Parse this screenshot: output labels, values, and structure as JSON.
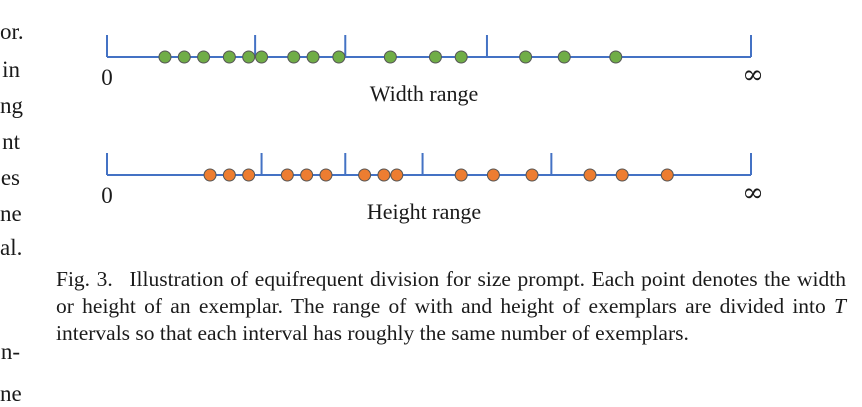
{
  "left_column_fragments": [
    "or.",
    "in",
    "ng",
    "nt",
    "es",
    "ne",
    "al.",
    "n-",
    "ne"
  ],
  "caption": {
    "label": "Fig. 3.",
    "text_before_symbol": "Illustration of equifrequent division for size prompt. Each point denotes the width or height of an exemplar. The range of with and height of exemplars are divided into",
    "symbol": "T",
    "text_after_symbol": "intervals so that each interval has roughly the same number of exemplars."
  },
  "axes": [
    {
      "label": "Width range",
      "start_label": "0",
      "end_label": "∞",
      "point_color": "#70ad47",
      "points": [
        0.09,
        0.12,
        0.15,
        0.19,
        0.22,
        0.24,
        0.29,
        0.32,
        0.36,
        0.44,
        0.51,
        0.55,
        0.65,
        0.71,
        0.79
      ],
      "dividers": [
        0.23,
        0.37,
        0.59
      ]
    },
    {
      "label": "Height range",
      "start_label": "0",
      "end_label": "∞",
      "point_color": "#ed7d31",
      "points": [
        0.16,
        0.19,
        0.22,
        0.28,
        0.31,
        0.34,
        0.4,
        0.43,
        0.45,
        0.55,
        0.6,
        0.66,
        0.75,
        0.8,
        0.87
      ],
      "dividers": [
        0.24,
        0.37,
        0.49,
        0.69
      ]
    }
  ],
  "colors": {
    "axis": "#4472c4",
    "point_stroke": "#555555"
  }
}
